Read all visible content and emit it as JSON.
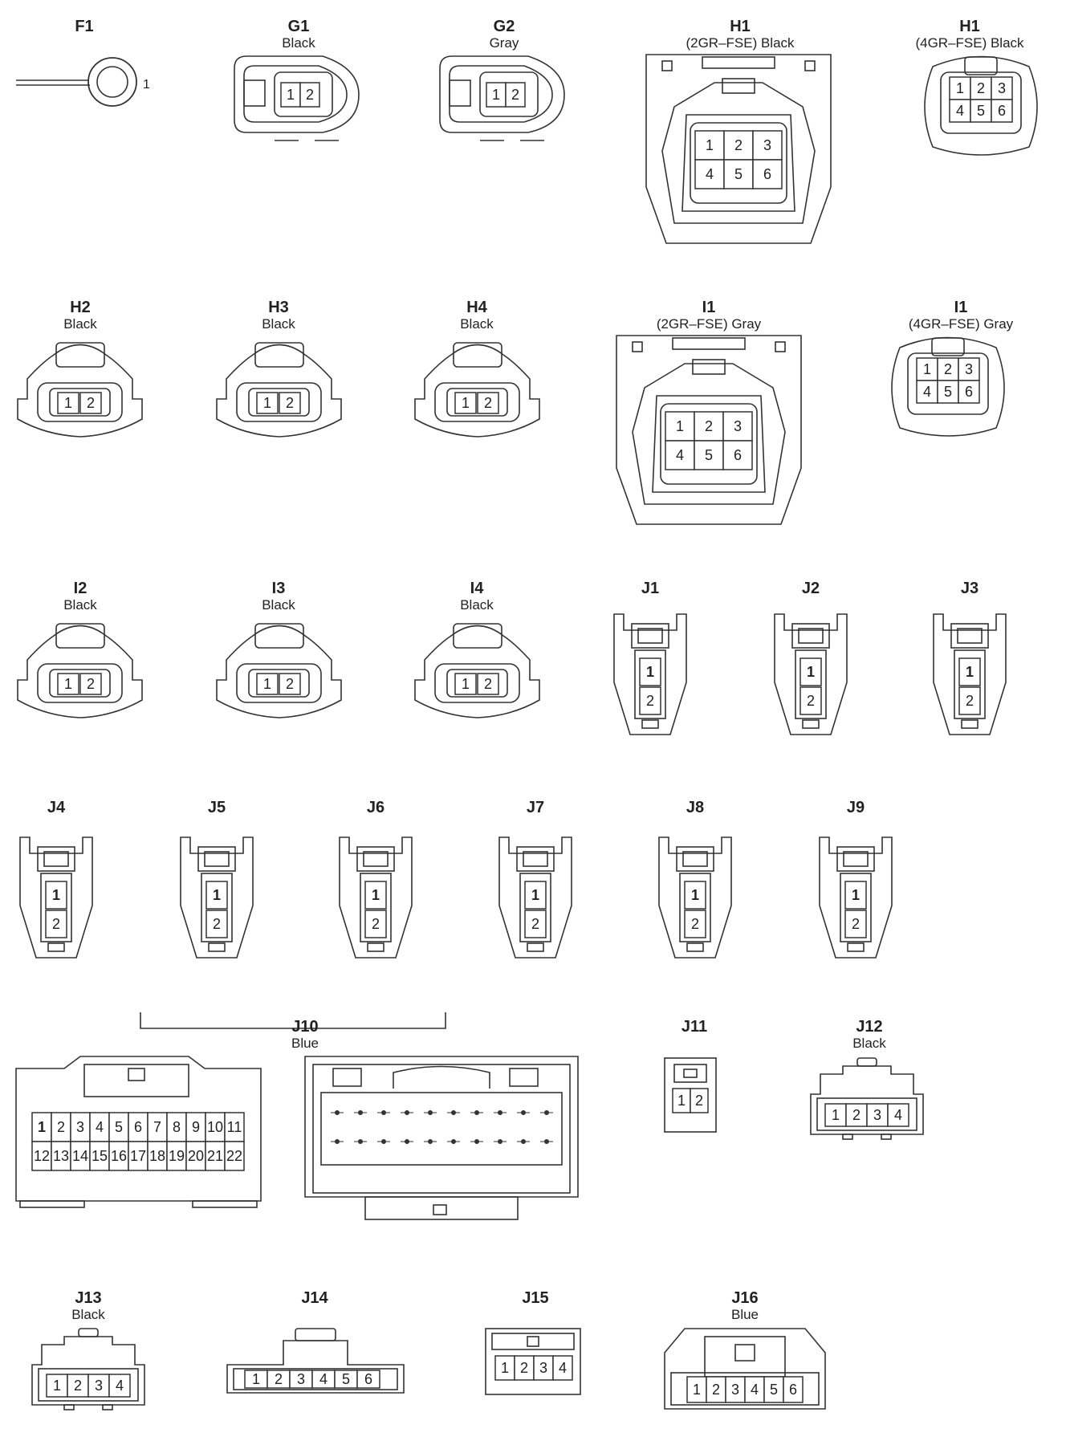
{
  "connectors": [
    {
      "id": "F1",
      "note": "",
      "shape": "ring",
      "pins": [
        "1"
      ]
    },
    {
      "id": "G1",
      "note": "Black",
      "shape": "g",
      "pins": [
        "1",
        "2"
      ]
    },
    {
      "id": "G2",
      "note": "Gray",
      "shape": "g",
      "pins": [
        "1",
        "2"
      ]
    },
    {
      "id": "H1",
      "note": "(2GR–FSE)  Black",
      "shape": "big6",
      "pins": [
        "1",
        "2",
        "3",
        "4",
        "5",
        "6"
      ]
    },
    {
      "id": "H1",
      "note": "(4GR–FSE)  Black",
      "shape": "small6",
      "pins": [
        "1",
        "2",
        "3",
        "4",
        "5",
        "6"
      ]
    },
    {
      "id": "H2",
      "note": "Black",
      "shape": "dome",
      "pins": [
        "1",
        "2"
      ]
    },
    {
      "id": "H3",
      "note": "Black",
      "shape": "dome",
      "pins": [
        "1",
        "2"
      ]
    },
    {
      "id": "H4",
      "note": "Black",
      "shape": "dome",
      "pins": [
        "1",
        "2"
      ]
    },
    {
      "id": "I1",
      "note": "(2GR–FSE)  Gray",
      "shape": "big6",
      "pins": [
        "1",
        "2",
        "3",
        "4",
        "5",
        "6"
      ]
    },
    {
      "id": "I1",
      "note": "(4GR–FSE)  Gray",
      "shape": "small6",
      "pins": [
        "1",
        "2",
        "3",
        "4",
        "5",
        "6"
      ]
    },
    {
      "id": "I2",
      "note": "Black",
      "shape": "dome",
      "pins": [
        "1",
        "2"
      ]
    },
    {
      "id": "I3",
      "note": "Black",
      "shape": "dome",
      "pins": [
        "1",
        "2"
      ]
    },
    {
      "id": "I4",
      "note": "Black",
      "shape": "dome",
      "pins": [
        "1",
        "2"
      ]
    },
    {
      "id": "J1",
      "note": "",
      "shape": "vert",
      "pins": [
        "1",
        "2"
      ]
    },
    {
      "id": "J2",
      "note": "",
      "shape": "vert",
      "pins": [
        "1",
        "2"
      ]
    },
    {
      "id": "J3",
      "note": "",
      "shape": "vert",
      "pins": [
        "1",
        "2"
      ]
    },
    {
      "id": "J4",
      "note": "",
      "shape": "vert",
      "pins": [
        "1",
        "2"
      ]
    },
    {
      "id": "J5",
      "note": "",
      "shape": "vert",
      "pins": [
        "1",
        "2"
      ]
    },
    {
      "id": "J6",
      "note": "",
      "shape": "vert",
      "pins": [
        "1",
        "2"
      ]
    },
    {
      "id": "J7",
      "note": "",
      "shape": "vert",
      "pins": [
        "1",
        "2"
      ]
    },
    {
      "id": "J8",
      "note": "",
      "shape": "vert",
      "pins": [
        "1",
        "2"
      ]
    },
    {
      "id": "J9",
      "note": "",
      "shape": "vert",
      "pins": [
        "1",
        "2"
      ]
    },
    {
      "id": "J10",
      "note": "Blue",
      "shape": "j10",
      "pins": [
        "1",
        "2",
        "3",
        "4",
        "5",
        "6",
        "7",
        "8",
        "9",
        "10",
        "11",
        "12",
        "13",
        "14",
        "15",
        "16",
        "17",
        "18",
        "19",
        "20",
        "21",
        "22"
      ]
    },
    {
      "id": "J11",
      "note": "",
      "shape": "j11",
      "pins": [
        "1",
        "2"
      ]
    },
    {
      "id": "J12",
      "note": "Black",
      "shape": "j4pin",
      "pins": [
        "1",
        "2",
        "3",
        "4"
      ]
    },
    {
      "id": "J13",
      "note": "Black",
      "shape": "j4pin",
      "pins": [
        "1",
        "2",
        "3",
        "4"
      ]
    },
    {
      "id": "J14",
      "note": "",
      "shape": "j14",
      "pins": [
        "1",
        "2",
        "3",
        "4",
        "5",
        "6"
      ]
    },
    {
      "id": "J15",
      "note": "",
      "shape": "j15",
      "pins": [
        "1",
        "2",
        "3",
        "4"
      ]
    },
    {
      "id": "J16",
      "note": "Blue",
      "shape": "j16",
      "pins": [
        "1",
        "2",
        "3",
        "4",
        "5",
        "6"
      ]
    }
  ]
}
